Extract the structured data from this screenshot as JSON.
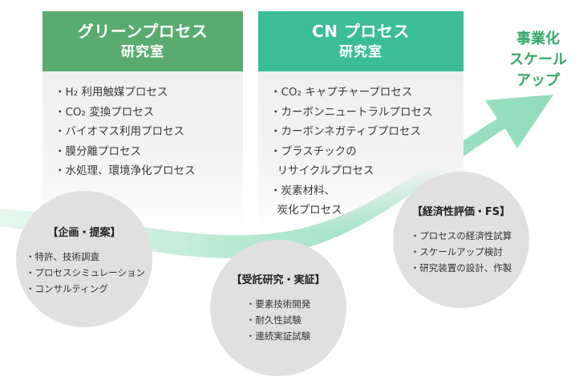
{
  "labs": [
    {
      "title": "グリーンプロセス",
      "subtitle": "研究室",
      "color": "#5aab70",
      "items": [
        "H₂ 利用触媒プロセス",
        "CO₂ 変換プロセス",
        "バイオマス利用プロセス",
        "膜分離プロセス",
        "水処理、環境浄化プロセス"
      ]
    },
    {
      "title": "CN プロセス",
      "subtitle": "研究室",
      "color": "#3bbd96",
      "items": [
        "CO₂ キャプチャープロセス",
        "カーボンニュートラルプロセス",
        "カーボンネガティブプロセス",
        "プラスチックの",
        "  リサイクルプロセス",
        "炭素材料、",
        "  炭化プロセス"
      ]
    }
  ],
  "stages": [
    {
      "title": "【企画・提案】",
      "items": [
        "特許、技術調査",
        "プロセスシミュレーション",
        "コンサルティング"
      ]
    },
    {
      "title": "【受託研究・実証】",
      "items": [
        "要素技術開発",
        "耐久性試験",
        "連続実証試験"
      ]
    },
    {
      "title": "【経済性評価・FS】",
      "items": [
        "プロセスの経済性試算",
        "スケールアップ検討",
        "研究装置の設計、作製"
      ]
    }
  ],
  "scaleup": {
    "lines": [
      "事業化",
      "スケール",
      "アップ"
    ],
    "color": "#33a86a"
  },
  "arrow_colors": {
    "light": "#c8eedc",
    "dark": "#8fdcbc"
  }
}
